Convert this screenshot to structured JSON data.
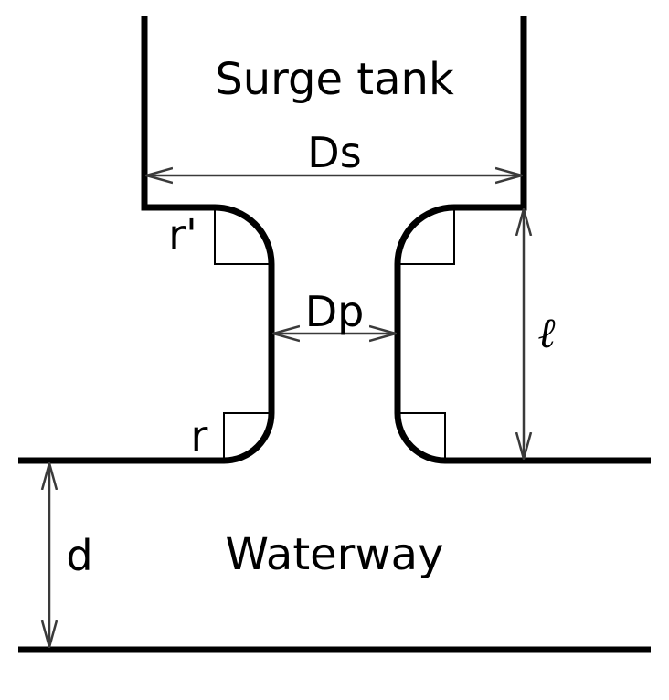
{
  "labels": {
    "surge_tank": "Surge tank",
    "waterway": "Waterway",
    "ds": "Ds",
    "dp": "Dp",
    "r_prime": "r'",
    "r": "r",
    "ell": "ℓ",
    "d": "d"
  }
}
